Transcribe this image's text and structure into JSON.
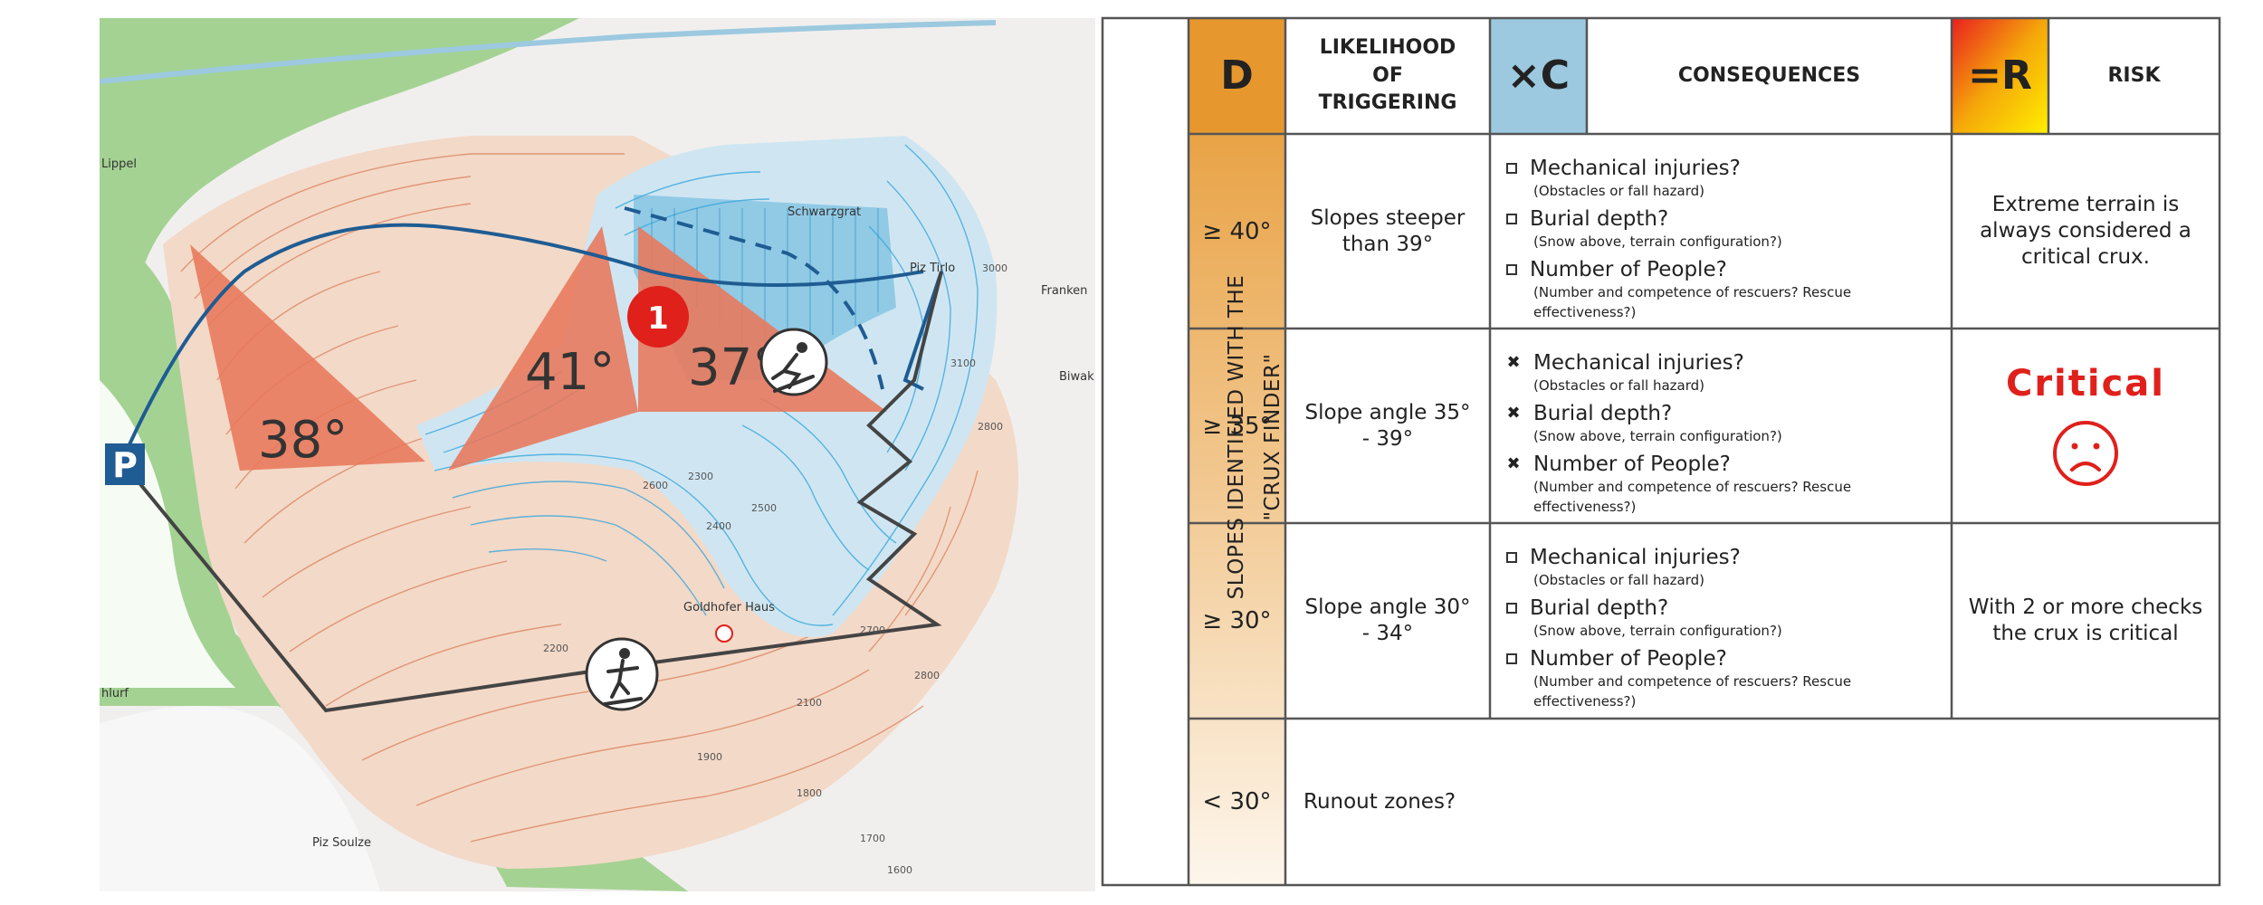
{
  "map": {
    "angles": [
      "38°",
      "41°",
      "37°"
    ],
    "marker_number": "1",
    "parking": "P",
    "place_labels": [
      "Goldhofer Haus",
      "Schwarzgrat",
      "Piz Tirlo",
      "Biwak",
      "Franken",
      "Lippel",
      "Piz Soulze",
      "hlurf"
    ],
    "contours": [
      "2200",
      "2100",
      "1900",
      "1800",
      "1700",
      "1600",
      "2300",
      "2400",
      "2500",
      "2600",
      "2700",
      "2800",
      "3000",
      "3100",
      "2800"
    ]
  },
  "table": {
    "side_label": "SLOPES IDENTIFIED WITH THE \"CRUX FINDER\"",
    "header": {
      "d": "D",
      "likelihood": "LIKELIHOOD OF TRIGGERING",
      "c": "×C",
      "consequences": "CONSEQUENCES",
      "r": "=R",
      "risk": "RISK"
    },
    "rows": [
      {
        "degree": "≥ 40°",
        "likelihood": "Slopes steeper than 39°",
        "mark": "box",
        "consequences": [
          {
            "main": "Mechanical injuries?",
            "sub": "(Obstacles or fall hazard)"
          },
          {
            "main": "Burial depth?",
            "sub": "(Snow above, terrain configuration?)"
          },
          {
            "main": "Number of People?",
            "sub": "(Number and competence of rescuers? Rescue effectiveness?)"
          }
        ],
        "risk": "Extreme terrain is always considered a critical crux."
      },
      {
        "degree": "≥ 35°",
        "likelihood": "Slope angle 35° - 39°",
        "mark": "x",
        "consequences": [
          {
            "main": "Mechanical injuries?",
            "sub": "(Obstacles or fall hazard)"
          },
          {
            "main": "Burial depth?",
            "sub": "(Snow above, terrain configuration?)"
          },
          {
            "main": "Number of People?",
            "sub": "(Number and competence of rescuers? Rescue effectiveness?)"
          }
        ],
        "risk": "Critical"
      },
      {
        "degree": "≥ 30°",
        "likelihood": "Slope angle 30° - 34°",
        "mark": "box",
        "consequences": [
          {
            "main": "Mechanical injuries?",
            "sub": "(Obstacles or fall hazard)"
          },
          {
            "main": "Burial depth?",
            "sub": "(Snow above, terrain configuration?)"
          },
          {
            "main": "Number of People?",
            "sub": "(Number and competence of rescuers? Rescue effectiveness?)"
          }
        ],
        "risk": "With 2 or more checks the crux is critical"
      },
      {
        "degree": "< 30°",
        "likelihood": "Runout zones?"
      }
    ]
  },
  "colors": {
    "orange": "#e6972e",
    "blue": "#9cc9df",
    "red": "#e0201b",
    "slope": "#e8775a",
    "green": "#9ccf8c"
  }
}
